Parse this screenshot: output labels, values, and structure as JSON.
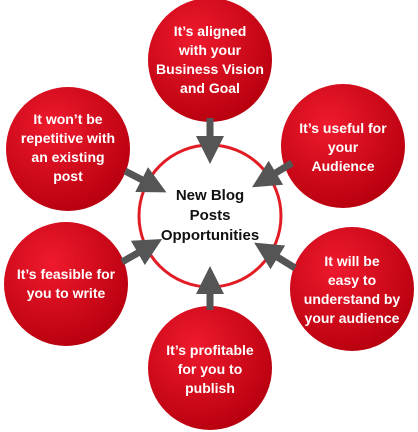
{
  "diagram": {
    "center_label": "New Blog\nPosts\nOpportunities",
    "nodes": [
      {
        "id": "top",
        "label": "It’s aligned\nwith your\nBusiness Vision\nand Goal"
      },
      {
        "id": "upper-right",
        "label": "It’s useful for\nyour\nAudience"
      },
      {
        "id": "lower-right",
        "label": "It will be\neasy to\nunderstand by\nyour audience"
      },
      {
        "id": "bottom",
        "label": "It’s profitable\nfor you to\npublish"
      },
      {
        "id": "lower-left",
        "label": "It’s feasible for\nyou to write"
      },
      {
        "id": "upper-left",
        "label": "It won’t be\nrepetitive with\nan existing\npost"
      }
    ]
  },
  "colors": {
    "node_fill": "#d7081e",
    "center_ring": "#e21c24",
    "arrow": "#555555",
    "label_text": "#ffffff",
    "center_text": "#111111"
  }
}
